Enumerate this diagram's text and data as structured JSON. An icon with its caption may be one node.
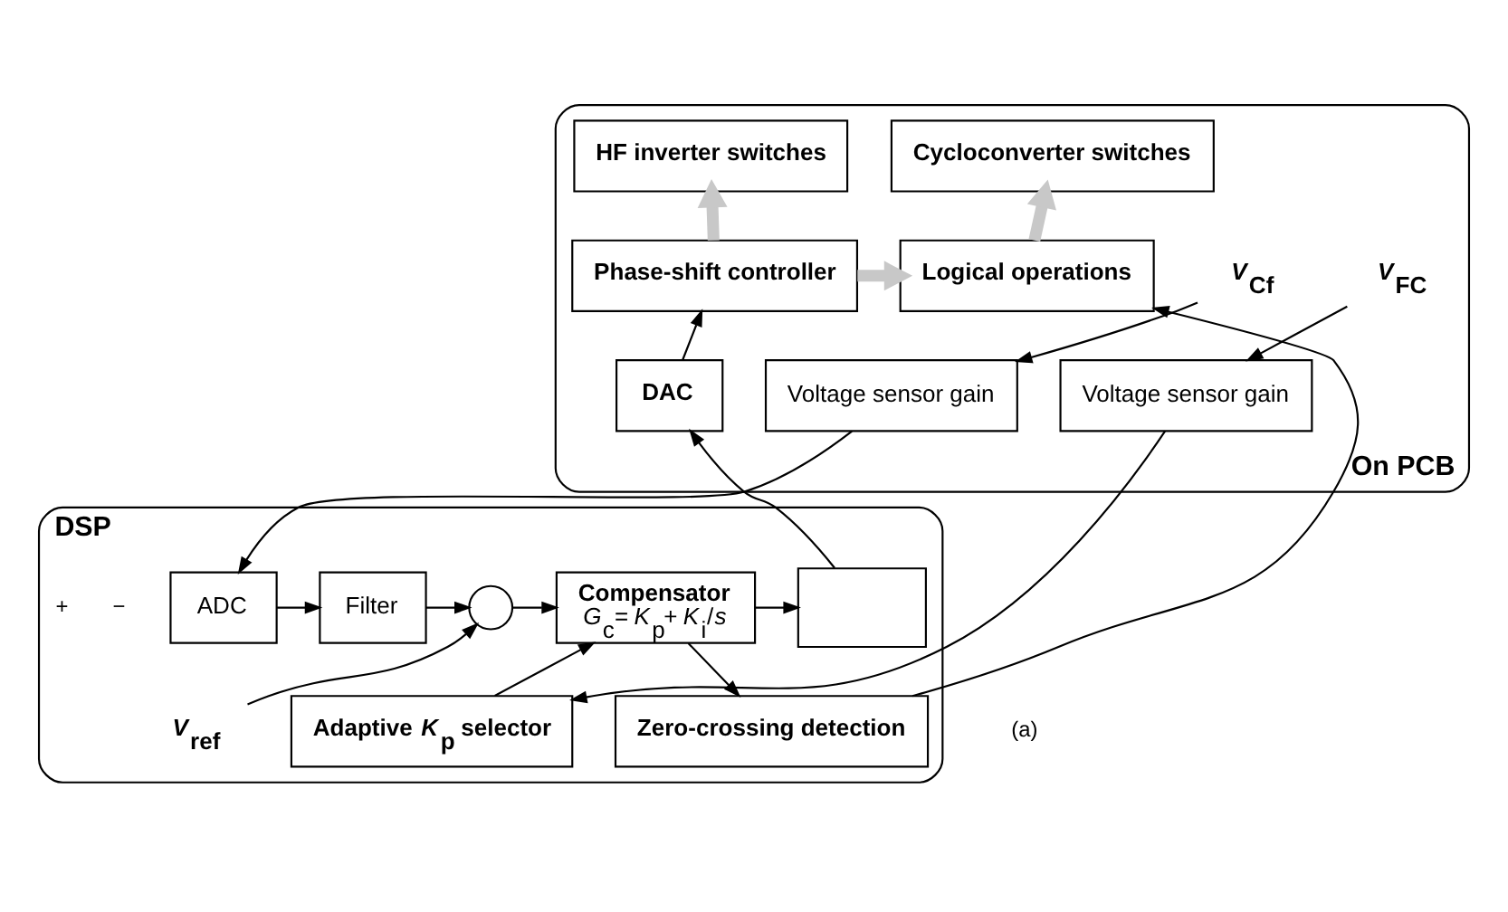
{
  "diagram": {
    "nodes": [
      {
        "text": [
          "On PCB"
        ]
      },
      {
        "text": [
          "HF inverter switches"
        ],
        "in": 0
      },
      {
        "text": [
          "Cycloconverter switches"
        ],
        "in": 0
      },
      {
        "text": [
          "Phase-shift controller"
        ],
        "in": 0
      },
      {
        "text": [
          "Logical operations"
        ],
        "in": 0
      },
      {
        "text": [
          "*V*$_{FC}$"
        ],
        "in": 0
      },
      {
        "text": [
          "*V*$_{Cf}$"
        ],
        "in": 0
      },
      {
        "text": [
          "Voltage sensor gain"
        ],
        "in": 0
      },
      {
        "text": [
          "Voltage sensor gain"
        ],
        "in": 0
      },
      {
        "text": [
          "DAC"
        ],
        "in": 0
      },
      {
        "text": [
          "DSP"
        ]
      },
      {
        "text": [
          "Zero-crossing detection"
        ],
        "in": 10
      },
      {
        "text": [
          "Adaptive *K*$_{p}$ selector"
        ],
        "in": 10
      },
      {
        "text": [],
        "shape": "box",
        "in": 10
      },
      {
        "text": [
          "Compensator",
          "*G*$_{c}$= *K*$_{p}$+ *K*$_{i}$/*s*"
        ],
        "in": 10
      },
      {
        "text": [],
        "shape": "circle",
        "in": 10
      },
      {
        "text": [
          "Filter"
        ],
        "in": 10
      },
      {
        "text": [
          "ADC"
        ],
        "in": 10
      },
      {
        "text": [
          "*V*$_{ref}$"
        ],
        "in": 10
      }
    ],
    "edges": [
      {
        "from": 3,
        "to": 1,
        "arrow": "to",
        "style": "thick",
        "color": "#c8c8c8"
      },
      {
        "from": 3,
        "to": 4,
        "arrow": "to",
        "style": "thick",
        "color": "#c8c8c8"
      },
      {
        "from": 4,
        "to": 2,
        "arrow": "to",
        "style": "thick",
        "color": "#c8c8c8"
      },
      {
        "from": 9,
        "to": 3,
        "arrow": "to"
      },
      {
        "from": 5,
        "to": 7,
        "arrow": "to"
      },
      {
        "from": 6,
        "to": 8,
        "arrow": "to"
      },
      {
        "from": 7,
        "to": 12,
        "arrow": "to"
      },
      {
        "from": 8,
        "to": 17,
        "arrow": "to"
      },
      {
        "from": 17,
        "to": 16,
        "arrow": "to"
      },
      {
        "from": 16,
        "to": 15,
        "arrow": "to"
      },
      {
        "from": 18,
        "to": 15,
        "arrow": "to"
      },
      {
        "from": 15,
        "to": 14,
        "arrow": "to"
      },
      {
        "from": 12,
        "to": 14,
        "arrow": "to"
      },
      {
        "from": 14,
        "to": 13,
        "arrow": "to"
      },
      {
        "from": 14,
        "to": 11,
        "arrow": "to"
      },
      {
        "from": 11,
        "to": 4,
        "arrow": "to"
      },
      {
        "from": 13,
        "to": 9,
        "arrow": "to"
      }
    ],
    "labels": [
      "−",
      "+",
      "(a)"
    ]
  }
}
